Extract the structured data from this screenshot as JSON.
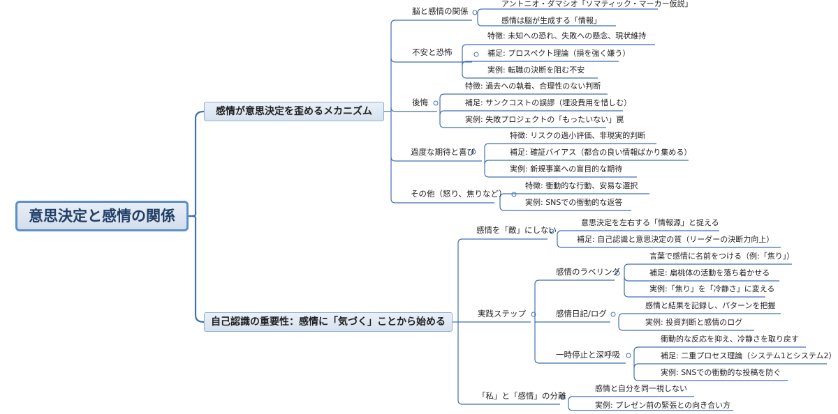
{
  "root": "意思決定と感情の関係",
  "branch1": {
    "title": "感情が意思決定を歪めるメカニズム",
    "items": [
      {
        "label": "脳と感情の関係",
        "children": [
          "アントニオ・ダマシオ「ソマティック・マーカー仮説」",
          "感情は脳が生成する「情報」"
        ]
      },
      {
        "label": "不安と恐怖",
        "children": [
          "特徴: 未知への恐れ、失敗への懸念、現状維持",
          "補足: プロスペクト理論（損を強く嫌う）",
          "実例: 転職の決断を阻む不安"
        ]
      },
      {
        "label": "後悔",
        "children": [
          "特徴: 過去への執着、合理性のない判断",
          "補足: サンクコストの誤謬（埋没費用を惜しむ）",
          "実例: 失敗プロジェクトの「もったいない」罠"
        ]
      },
      {
        "label": "過度な期待と喜び",
        "children": [
          "特徴: リスクの過小評価、非現実的判断",
          "補足: 確証バイアス（都合の良い情報ばかり集める）",
          "実例: 新規事業への盲目的な期待"
        ]
      },
      {
        "label": "その他（怒り、焦りなど）",
        "children": [
          "特徴: 衝動的な行動、安易な選択",
          "実例: SNSでの衝動的な返答"
        ]
      }
    ]
  },
  "branch2": {
    "title": "自己認識の重要性：感情に「気づく」ことから始める",
    "items": [
      {
        "label": "感情を「敵」にしない",
        "children": [
          "意思決定を左右する「情報源」と捉える",
          "補足: 自己認識と意思決定の質（リーダーの決断力向上）"
        ]
      },
      {
        "label": "実践ステップ",
        "groups": [
          {
            "label": "感情のラベリング",
            "children": [
              "言葉で感情に名前をつける（例:「焦り」）",
              "補足: 扁桃体の活動を落ち着かせる",
              "実例:「焦り」を「冷静さ」に変える"
            ]
          },
          {
            "label": "感情日記/ログ",
            "children": [
              "感情と結果を記録し、パターンを把握",
              "実例: 投資判断と感情のログ"
            ]
          },
          {
            "label": "一時停止と深呼吸",
            "children": [
              "衝動的な反応を抑え、冷静さを取り戻す",
              "補足: 二重プロセス理論（システム1とシステム2）",
              "実例: SNSでの衝動的な投稿を防ぐ"
            ]
          }
        ]
      },
      {
        "label": "「私」と「感情」の分離",
        "children": [
          "感情と自分を同一視しない",
          "実例: プレゼン前の緊張との向き合い方"
        ]
      }
    ]
  },
  "colors": {
    "line": "#3f6fb0",
    "box_border": "#8eaed3",
    "root_border": "#5b8fc7"
  }
}
